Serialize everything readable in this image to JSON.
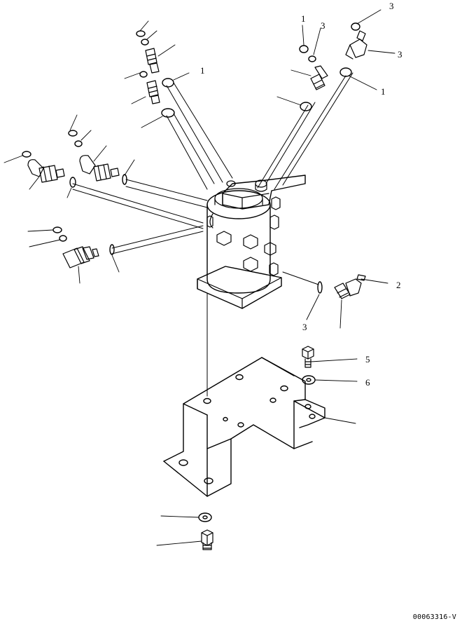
{
  "drawing_id": "00063316-V",
  "callouts": [
    {
      "id": "c-top-right-3",
      "text": "3"
    },
    {
      "id": "c-right-3b",
      "text": "3"
    },
    {
      "id": "c-right-1",
      "text": "1"
    },
    {
      "id": "c-left-1",
      "text": "1"
    },
    {
      "id": "c-tiny-right-a",
      "text": "1"
    },
    {
      "id": "c-tiny-right-b",
      "text": "3"
    },
    {
      "id": "c-item-2",
      "text": "2"
    },
    {
      "id": "c-item-3-bottom",
      "text": "3"
    },
    {
      "id": "c-item-5",
      "text": "5"
    },
    {
      "id": "c-item-6",
      "text": "6"
    }
  ]
}
